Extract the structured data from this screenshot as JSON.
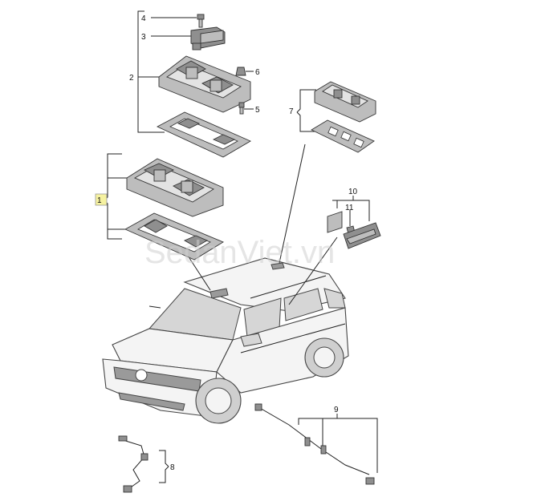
{
  "diagram": {
    "callouts": {
      "c1": "1",
      "c2": "2",
      "c3": "3",
      "c4": "4",
      "c5": "5",
      "c6": "6",
      "c7": "7",
      "c8": "8",
      "c9": "9",
      "c10": "10",
      "c11": "11"
    },
    "watermark": "SedanViet.vn",
    "colors": {
      "highlight_box": "#f6f2a0",
      "line": "#222222",
      "part_fill": "#bdbdbd"
    }
  }
}
